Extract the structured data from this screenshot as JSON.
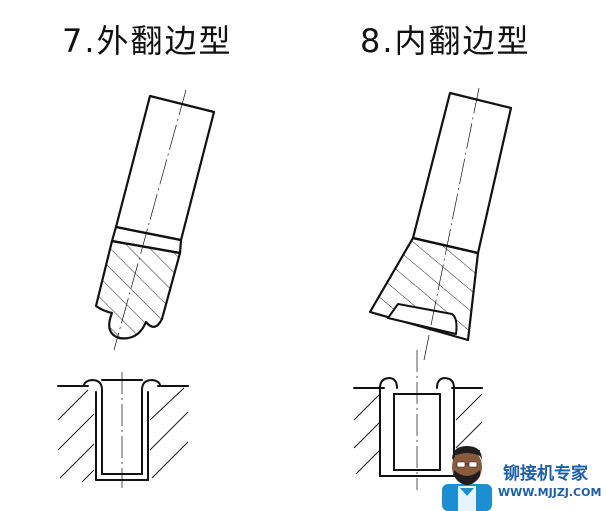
{
  "diagram": {
    "left_title": "7.外翻边型",
    "right_title": "8.内翻边型"
  },
  "watermark": {
    "site_name": "铆接机专家",
    "url": "WWW.MJJZJ.COM",
    "brand_color": "#1a5fa8"
  }
}
